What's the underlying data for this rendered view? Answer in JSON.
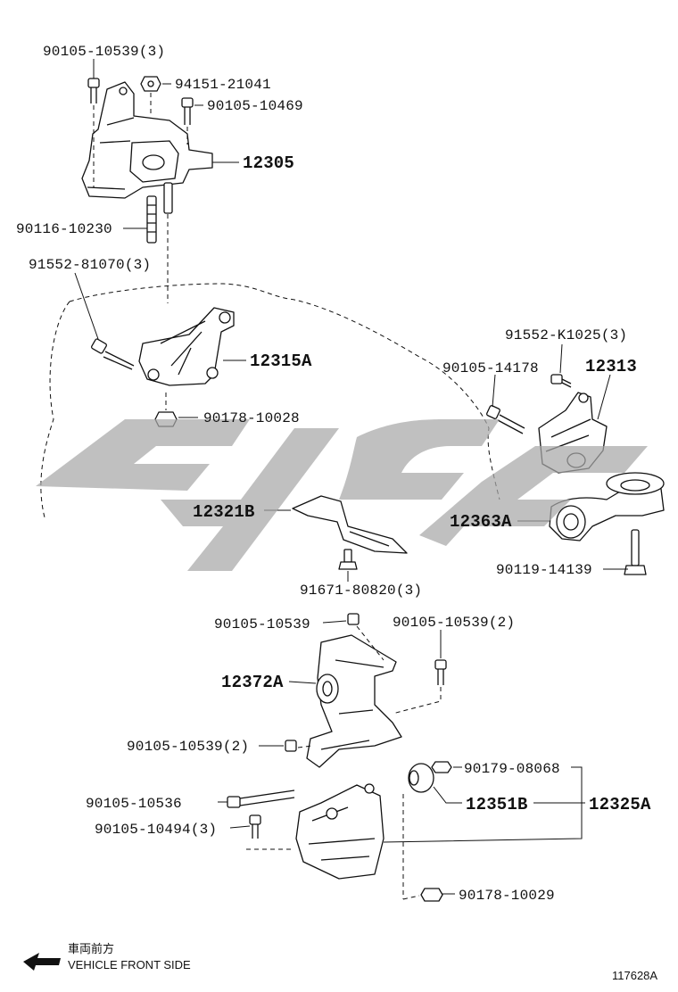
{
  "labels": {
    "p1": "90105-10539(3)",
    "p2": "94151-21041",
    "p3": "90105-10469",
    "p4": "12305",
    "p5": "90116-10230",
    "p6": "91552-81070(3)",
    "p7": "12315A",
    "p8": "90178-10028",
    "p9": "91552-K1025(3)",
    "p10": "90105-14178",
    "p11": "12313",
    "p12": "12321B",
    "p13": "12363A",
    "p14": "91671-80820(3)",
    "p15": "90119-14139",
    "p16": "90105-10539",
    "p17": "90105-10539(2)",
    "p18": "12372A",
    "p19": "90105-10539(2)",
    "p20": "90179-08068",
    "p21": "90105-10536",
    "p22": "12351B",
    "p23": "12325A",
    "p24": "90105-10494(3)",
    "p25": "90178-10029"
  },
  "footer": {
    "direction_jp": "車両前方",
    "direction_en": "VEHICLE FRONT SIDE",
    "ref_code": "117628A"
  },
  "icons": {
    "arrow": "front-direction-arrow-icon",
    "watermark": "brand-watermark-logo"
  },
  "colors": {
    "line": "#111111",
    "watermark": "#a7a7a7",
    "background": "#ffffff"
  }
}
